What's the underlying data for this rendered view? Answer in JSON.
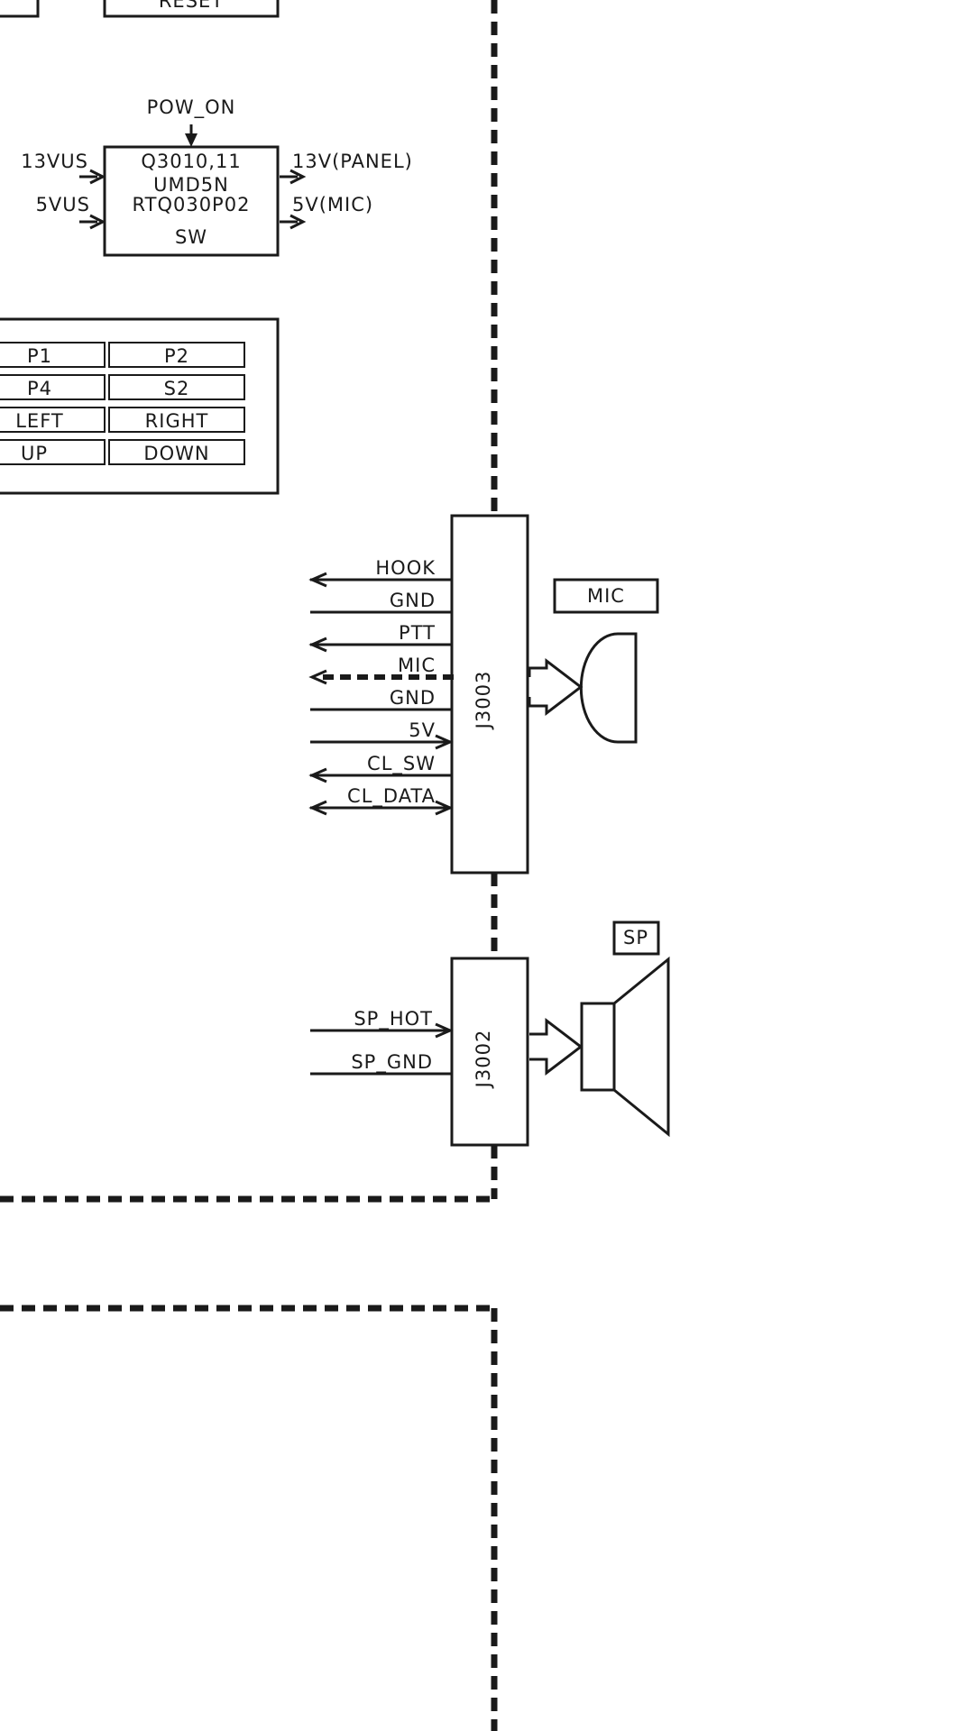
{
  "top_box": {
    "label": "RESET"
  },
  "switch_block": {
    "control_input": "POW_ON",
    "inputs": [
      "13VUS",
      "5VUS"
    ],
    "lines": [
      "Q3010,11",
      "UMD5N",
      "RTQ030P02",
      "SW"
    ],
    "outputs": [
      "13V(PANEL)",
      "5V(MIC)"
    ]
  },
  "key_matrix": {
    "rows": [
      [
        "P1",
        "P2"
      ],
      [
        "P4",
        "S2"
      ],
      [
        "LEFT",
        "RIGHT"
      ],
      [
        "UP",
        "DOWN"
      ]
    ]
  },
  "mic_connector": {
    "ref": "J3003",
    "component_label": "MIC",
    "pins": [
      "HOOK",
      "GND",
      "PTT",
      "MIC",
      "GND",
      "5V",
      "CL_SW",
      "CL_DATA"
    ]
  },
  "sp_connector": {
    "ref": "J3002",
    "component_label": "SP",
    "pins": [
      "SP_HOT",
      "SP_GND"
    ]
  }
}
